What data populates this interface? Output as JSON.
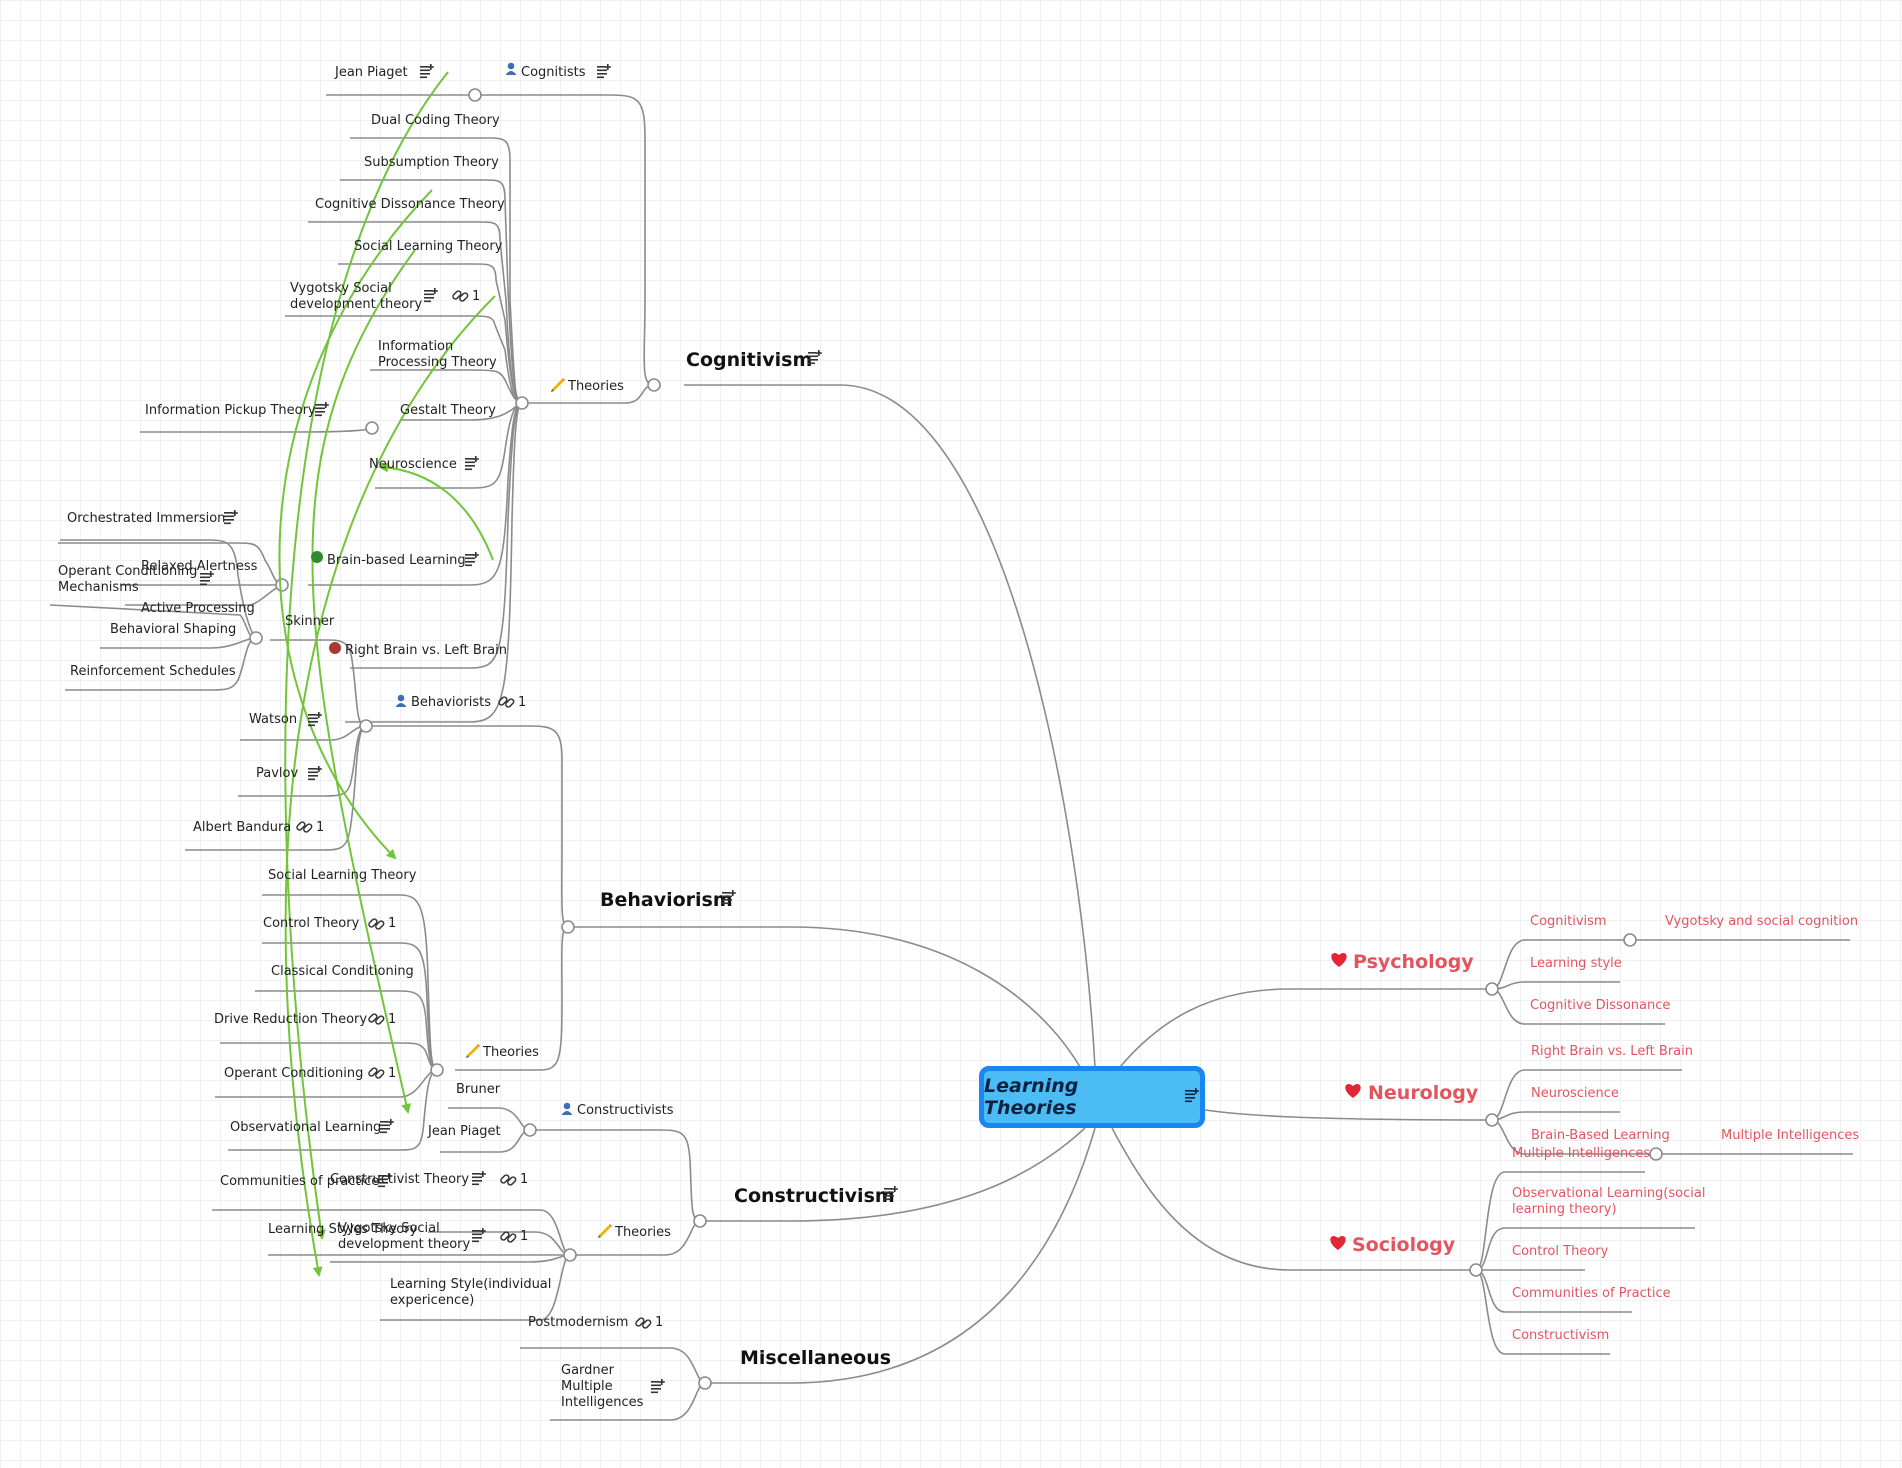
{
  "central_topic": {
    "label": "Learning Theories"
  },
  "icons": {
    "note": "note-icon",
    "link": "link-icon",
    "person": "person-icon",
    "pencil": "pencil-icon",
    "heart": "heart-icon",
    "green_dot": "green-dot-icon",
    "red_dot": "red-dot-icon"
  },
  "colors": {
    "central_fill": "#4bbcf4",
    "central_border": "#1a86f0",
    "right_branch_text": "#e2555f",
    "relationship_line": "#72c43a",
    "connector": "#8b8b8b"
  },
  "main_topics": {
    "cognitivism": "Cognitivism",
    "behaviorism": "Behaviorism",
    "constructivism": "Constructivism",
    "miscellaneous": "Miscellaneous",
    "psychology": "Psychology",
    "neurology": "Neurology",
    "sociology": "Sociology"
  },
  "cognitivism": {
    "cognitists": "Cognitists",
    "jean_piaget": "Jean Piaget",
    "theories": "Theories",
    "dual_coding": "Dual Coding Theory",
    "subsumption": "Subsumption Theory",
    "cognitive_dissonance": "Cognitive Dissonance Theory",
    "social_learning": "Social Learning Theory",
    "vygotsky_1": "Vygotsky Social",
    "vygotsky_2": "development theory",
    "vygotsky_links": "1",
    "info_processing_1": "Information",
    "info_processing_2": "Processing Theory",
    "gestalt": "Gestalt Theory",
    "info_pickup": "Information Pickup Theory",
    "neuroscience": "Neuroscience",
    "brain_based": "Brain-based Learning",
    "orchestrated": "Orchestrated Immersion",
    "relaxed": "Relaxed Alertness",
    "active": "Active Processing",
    "right_left_brain": "Right Brain vs. Left Brain"
  },
  "behaviorism": {
    "behaviorists": "Behaviorists",
    "behaviorists_links": "1",
    "skinner": "Skinner",
    "operant_mech_1": "Operant Conditioning",
    "operant_mech_2": "Mechanisms",
    "behavioral_shaping": "Behavioral Shaping",
    "reinforcement": "Reinforcement Schedules",
    "watson": "Watson",
    "pavlov": "Pavlov",
    "albert_bandura": "Albert Bandura",
    "albert_links": "1",
    "theories": "Theories",
    "social_learning": "Social Learning Theory",
    "control_theory": "Control Theory",
    "control_links": "1",
    "classical": "Classical Conditioning",
    "drive_reduction": "Drive Reduction Theory",
    "drive_links": "1",
    "operant": "Operant Conditioning",
    "operant_links": "1",
    "observational": "Observational Learning"
  },
  "constructivism": {
    "constructivists": "Constructivists",
    "bruner": "Bruner",
    "jean_piaget": "Jean Piaget",
    "theories": "Theories",
    "communities": "Communities of practice",
    "constructivist_theory": "Constructivist Theory",
    "constructivist_links": "1",
    "learning_styles": "Learning Styles Theory",
    "vygotsky_1": "Vygotsky Social",
    "vygotsky_2": "development theory",
    "vygotsky_links": "1",
    "learning_style_ind_1": "Learning Style(individual",
    "learning_style_ind_2": "expericence)"
  },
  "miscellaneous": {
    "postmodernism": "Postmodernism",
    "postmodernism_links": "1",
    "gardner_1": "Gardner",
    "gardner_2": "Multiple",
    "gardner_3": "Intelligences"
  },
  "psychology": {
    "cognitivism": "Cognitivism",
    "vygotsky": "Vygotsky and social cognition",
    "learning_style": "Learning style",
    "cognitive_dissonance": "Cognitive Dissonance"
  },
  "neurology": {
    "right_left": "Right Brain vs. Left Brain",
    "neuroscience": "Neuroscience",
    "brain_based": "Brain-Based Learning",
    "multiple_intel": "Multiple Intelligences"
  },
  "sociology": {
    "multiple_intel": "Multiple Intelligences",
    "observational_1": "Observational Learning(social",
    "observational_2": "learning theory)",
    "control_theory": "Control Theory",
    "communities": "Communities of Practice",
    "constructivism": "Constructivism"
  }
}
